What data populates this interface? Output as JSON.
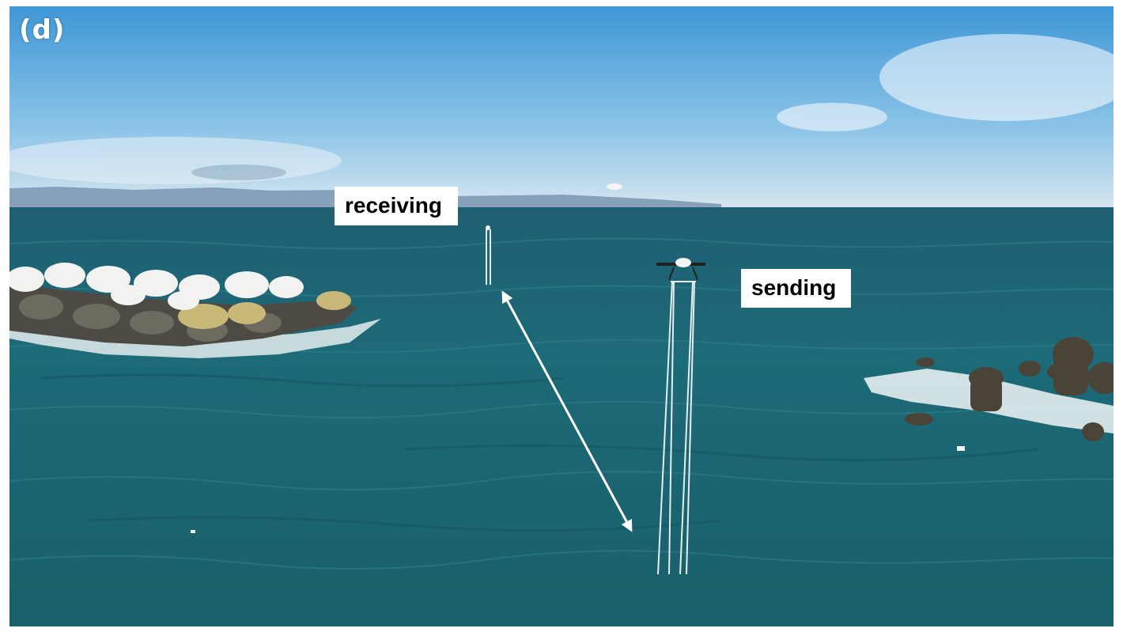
{
  "panel": {
    "letter": "(d)"
  },
  "labels": {
    "receiving": "receiving",
    "sending": "sending"
  },
  "colors": {
    "sky_top": "#3f97d6",
    "sky_bottom": "#d6e6ef",
    "sea": "#1d6a78",
    "sea_dark": "#145562",
    "label_bg": "#ffffff",
    "label_text": "#000000"
  }
}
